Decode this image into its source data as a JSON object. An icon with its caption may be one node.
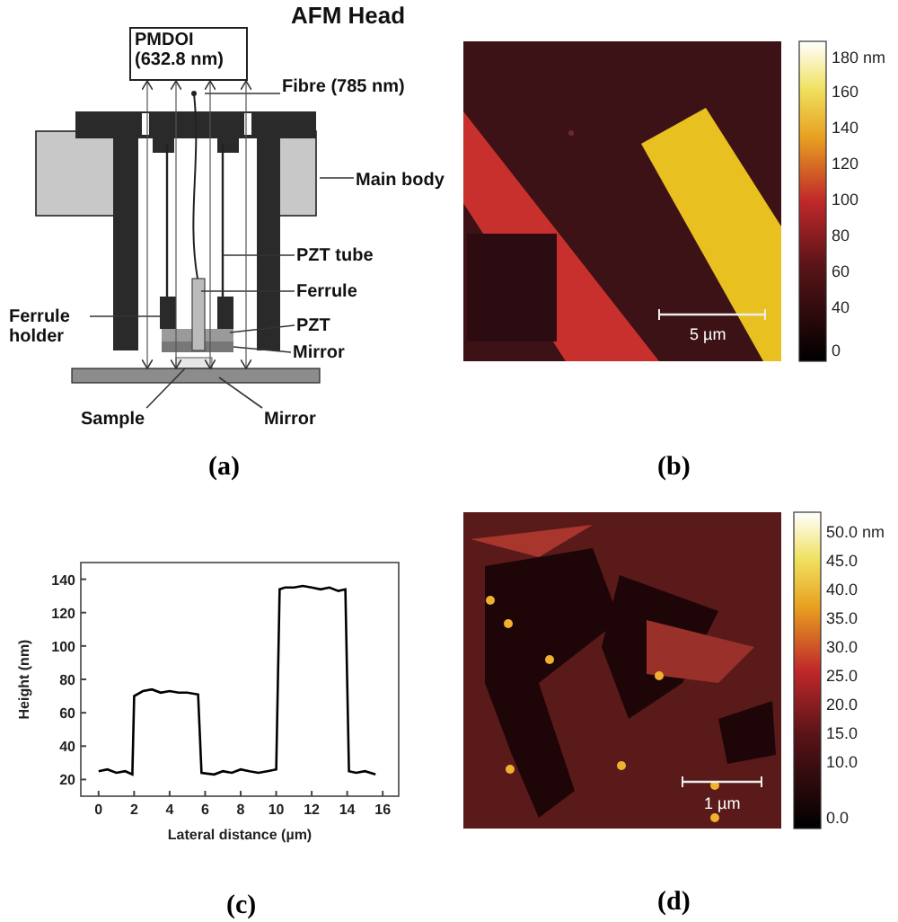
{
  "diagram": {
    "title": "AFM Head",
    "nodes": [
      {
        "text": [
          "PMDOI (632.8 nm)"
        ]
      },
      {
        "text": [
          "Fibre (785 nm)"
        ]
      },
      {
        "text": [
          "Main body"
        ]
      },
      {
        "text": [
          "PZT tube"
        ]
      },
      {
        "text": [
          "Ferrule"
        ]
      },
      {
        "text": [
          "Ferrule holder"
        ]
      },
      {
        "text": [
          "PZT"
        ]
      },
      {
        "text": [
          "Mirror"
        ]
      },
      {
        "text": [
          "Sample"
        ]
      },
      {
        "text": [
          "Mirror"
        ]
      },
      {
        "text": [],
        "shape": "picture"
      }
    ],
    "edges": [
      {
        "from": 1,
        "to": 10,
        "arrow": "none"
      },
      {
        "from": 2,
        "to": 10,
        "arrow": "none"
      },
      {
        "from": 3,
        "to": 10,
        "arrow": "none"
      },
      {
        "from": 4,
        "to": 10,
        "arrow": "none"
      },
      {
        "from": 5,
        "to": 10,
        "arrow": "none"
      },
      {
        "from": 6,
        "to": 10,
        "arrow": "none"
      },
      {
        "from": 7,
        "to": 10,
        "arrow": "none"
      },
      {
        "from": 8,
        "to": 10,
        "arrow": "none"
      },
      {
        "from": 9,
        "to": 10,
        "arrow": "none"
      },
      {
        "from": 0,
        "to": 10,
        "arrow": "both"
      },
      {
        "from": 0,
        "to": 10,
        "arrow": "both"
      },
      {
        "from": 0,
        "to": 10,
        "arrow": "both"
      },
      {
        "from": 0,
        "to": 10,
        "arrow": "both"
      }
    ],
    "labels": [
      "180 nm",
      "160",
      "140",
      "120",
      "100",
      "80",
      "60",
      "40",
      "0",
      "5 µm",
      "(a)",
      "(b)",
      "50.0 nm",
      "45.0",
      "40.0",
      "35.0",
      "30.0",
      "25.0",
      "20.0",
      "15.0",
      "10.0",
      "0.0",
      "1 µm",
      "(c)",
      "(d)"
    ],
    "chart_data": {
      "type": "line",
      "xlabel": "Lateral distance (µm)",
      "ylabel": "Height (nm)",
      "x": [
        0,
        0.5,
        1,
        1.5,
        1.9,
        2,
        2.5,
        3,
        3.5,
        4,
        4.5,
        5,
        5.6,
        5.8,
        6.5,
        7,
        7.5,
        8,
        8.5,
        9,
        9.5,
        10,
        10.2,
        10.5,
        11,
        11.5,
        12,
        12.5,
        13,
        13.5,
        13.9,
        14.1,
        14.5,
        15,
        15.6
      ],
      "series": [
        {
          "color": "#000000",
          "values": [
            25,
            26,
            24,
            25,
            23,
            70,
            73,
            74,
            72,
            73,
            72,
            72,
            71,
            24,
            23,
            25,
            24,
            26,
            25,
            24,
            25,
            26,
            134,
            135,
            135,
            136,
            135,
            134,
            135,
            133,
            134,
            25,
            24,
            25,
            23
          ]
        }
      ],
      "xlim": [
        -1,
        16.9
      ],
      "ylim": [
        10,
        150
      ],
      "xticks": [
        0,
        2,
        4,
        6,
        8,
        10,
        12,
        14,
        16
      ],
      "yticks": [
        20,
        40,
        60,
        80,
        100,
        120,
        140
      ]
    }
  }
}
